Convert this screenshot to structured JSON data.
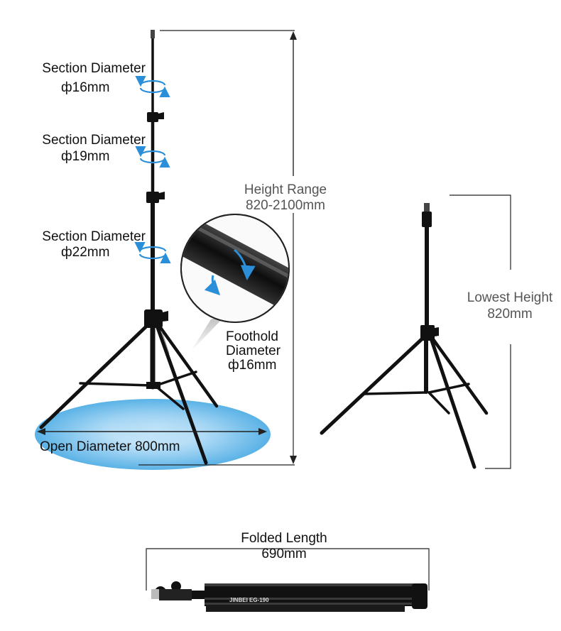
{
  "sections": [
    {
      "label": "Section Diameter",
      "value": "ф16mm"
    },
    {
      "label": "Section Diameter",
      "value": "ф19mm"
    },
    {
      "label": "Section Diameter",
      "value": "ф22mm"
    }
  ],
  "foothold": {
    "line1": "Foothold",
    "line2": "Diameter",
    "line3": "ф16mm"
  },
  "height_range": {
    "label": "Height Range",
    "value": "820-2100mm"
  },
  "lowest_height": {
    "label": "Lowest Height",
    "value": "820mm"
  },
  "open_diameter": {
    "label": "Open Diameter 800mm"
  },
  "folded_length": {
    "label": "Folded Length",
    "value": "690mm"
  },
  "brand_text": "JINBEI  EG-190",
  "colors": {
    "accent": "#2a8fd8",
    "floor_blue": "#7cc4ee",
    "metal": "#141414",
    "line": "#222222"
  }
}
